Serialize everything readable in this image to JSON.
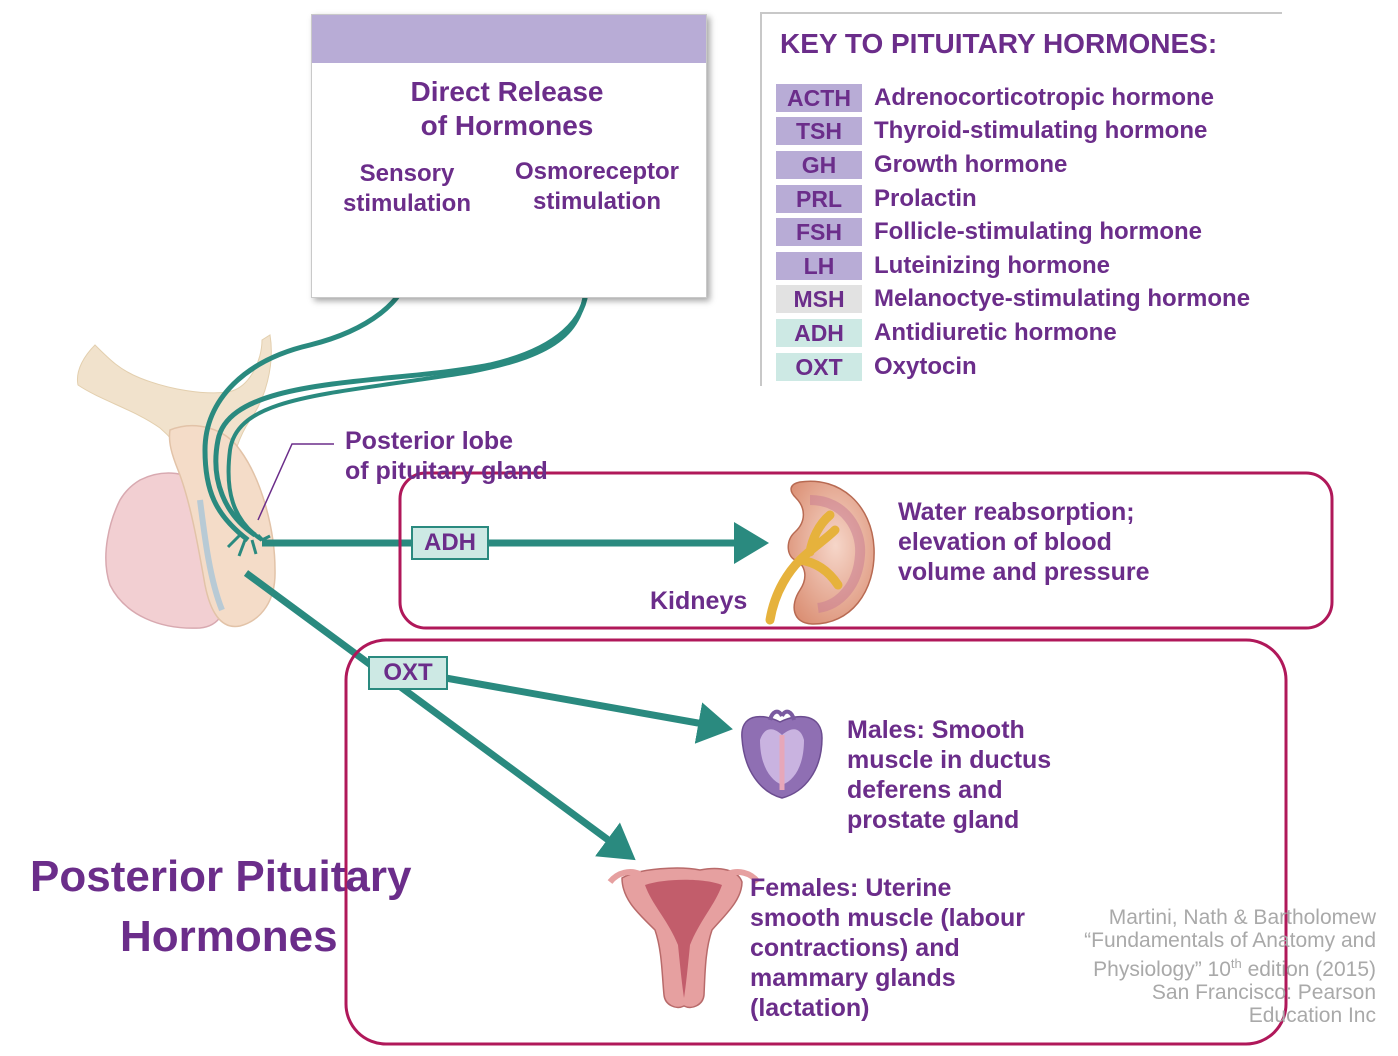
{
  "direct_box": {
    "title_line1": "Direct Release",
    "title_line2": "of Hormones",
    "sensory_line1": "Sensory",
    "sensory_line2": "stimulation",
    "osmo_line1": "Osmoreceptor",
    "osmo_line2": "stimulation"
  },
  "key": {
    "title": "KEY TO PITUITARY HORMONES:",
    "rows": [
      {
        "abbr": "ACTH",
        "name": "Adrenocorticotropic hormone",
        "color": "#b8acd6"
      },
      {
        "abbr": "TSH",
        "name": "Thyroid-stimulating hormone",
        "color": "#b8acd6"
      },
      {
        "abbr": "GH",
        "name": "Growth hormone",
        "color": "#b8acd6"
      },
      {
        "abbr": "PRL",
        "name": "Prolactin",
        "color": "#b8acd6"
      },
      {
        "abbr": "FSH",
        "name": "Follicle-stimulating hormone",
        "color": "#b8acd6"
      },
      {
        "abbr": "LH",
        "name": "Luteinizing hormone",
        "color": "#b8acd6"
      },
      {
        "abbr": "MSH",
        "name": "Melanoctye-stimulating hormone",
        "color": "#e2e2e2"
      },
      {
        "abbr": "ADH",
        "name": "Antidiuretic hormone",
        "color": "#cde9e4"
      },
      {
        "abbr": "OXT",
        "name": "Oxytocin",
        "color": "#cde9e4"
      }
    ]
  },
  "labels": {
    "posterior_lobe_line1": "Posterior lobe",
    "posterior_lobe_line2": "of pituitary gland",
    "adh_tag": "ADH",
    "oxt_tag": "OXT",
    "kidneys": "Kidneys",
    "water_line1": "Water reabsorption;",
    "water_line2": "elevation of blood",
    "water_line3": "volume and pressure",
    "males_line1": "Males: Smooth",
    "males_line2": "muscle in ductus",
    "males_line3": "deferens and",
    "males_line4": "prostate gland",
    "females_line1": "Females: Uterine",
    "females_line2": "smooth muscle (labour",
    "females_line3": "contractions) and",
    "females_line4": "mammary glands",
    "females_line5": "(lactation)"
  },
  "page_title": {
    "line1": "Posterior Pituitary",
    "line2": "Hormones"
  },
  "citation": {
    "line1": "Martini, Nath & Bartholomew",
    "line2": "“Fundamentals of Anatomy and",
    "line3_pre": "Physiology” 10",
    "line3_sup": "th",
    "line3_post": " edition (2015)",
    "line4": "San Francisco: Pearson",
    "line5": "Education Inc"
  },
  "colors": {
    "text_purple": "#6b2d8a",
    "teal": "#2a8a7f",
    "box_border": "#b0185a",
    "header_lavender": "#b8acd6"
  }
}
